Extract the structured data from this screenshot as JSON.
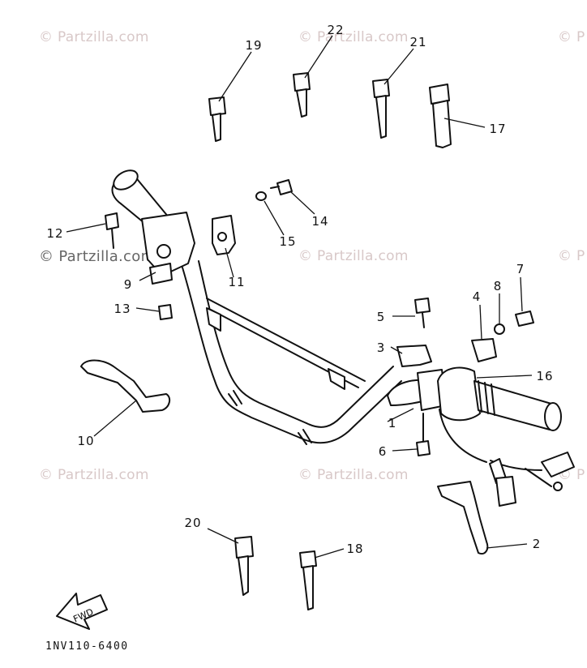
{
  "watermark": {
    "text": "© Partzilla.com",
    "text_cut_right": "© P"
  },
  "drawing_number": "1NV110-6400",
  "fwd_label": "FWD",
  "callouts": {
    "c1": "1",
    "c2": "2",
    "c3": "3",
    "c4": "4",
    "c5": "5",
    "c6": "6",
    "c7": "7",
    "c8": "8",
    "c9": "9",
    "c10": "10",
    "c11": "11",
    "c12": "12",
    "c13": "13",
    "c14": "14",
    "c15": "15",
    "c16": "16",
    "c17": "17",
    "c18": "18",
    "c19": "19",
    "c20": "20",
    "c21": "21",
    "c22": "22"
  }
}
